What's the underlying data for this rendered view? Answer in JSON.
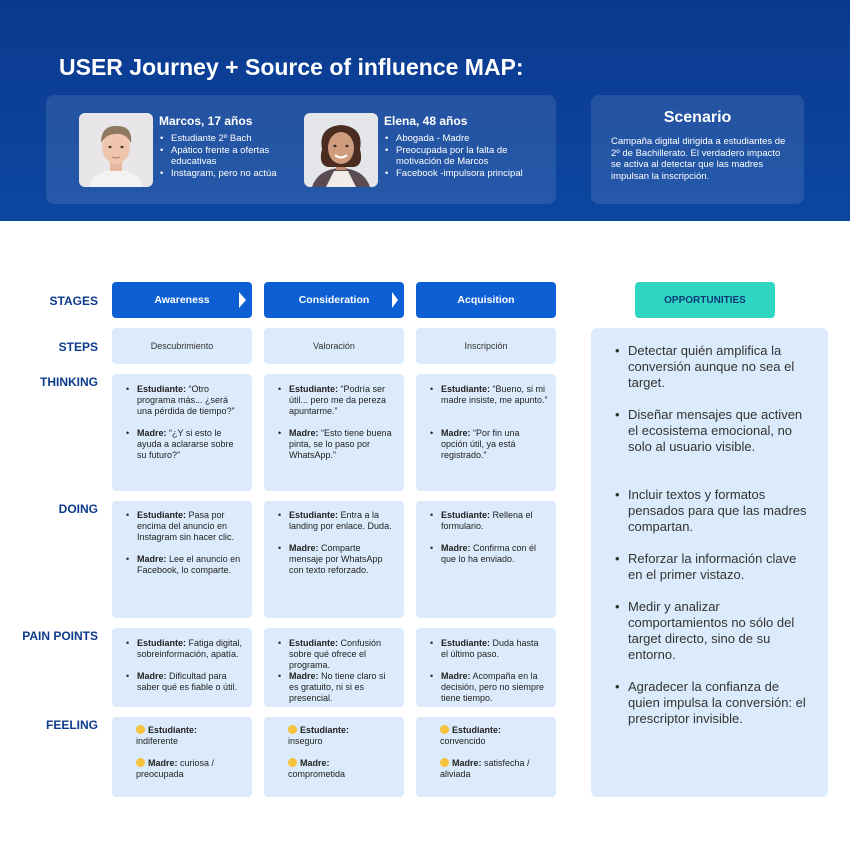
{
  "header": {
    "title": "USER Journey + Source of influence MAP:",
    "personas": [
      {
        "name": "Marcos, 17 años",
        "avatar_icon": "teen-boy-portrait",
        "bullets": [
          "Estudiante 2º Bach",
          "Apático frente a ofertas educativas",
          " Instagram, pero no actúa"
        ]
      },
      {
        "name": "Elena, 48 años",
        "avatar_icon": "woman-portrait",
        "bullets": [
          "Abogada - Madre",
          "Preocupada por la falta de motivación de Marcos",
          "Facebook -impulsora principal"
        ]
      }
    ],
    "scenario": {
      "title": "Scenario",
      "text": "Campaña digital dirigida a estudiantes de 2º de Bachillerato. El verdadero impacto se activa al detectar que las madres impulsan la inscripción."
    }
  },
  "rows": {
    "stages": "STAGES",
    "steps": "STEPS",
    "thinking": "THINKING",
    "doing": "DOING",
    "pain_points": "PAIN POINTS",
    "feeling": "FEELING"
  },
  "stages": [
    "Awareness",
    "Consideration",
    "Acquisition"
  ],
  "steps": [
    "Descubrimiento",
    "Valoración",
    "Inscripción"
  ],
  "thinking": [
    [
      {
        "who": "Estudiante:",
        "text": "“Otro programa más... ¿será una pérdida de tiempo?”"
      },
      {
        "who": "Madre:",
        "text": "“¿Y si esto le ayuda a aclararse sobre su futuro?”"
      }
    ],
    [
      {
        "who": "Estudiante:",
        "text": "“Podría ser útil... pero me da pereza apuntarme.”"
      },
      {
        "who": "Madre:",
        "text": "“Esto tiene buena pinta, se lo paso por WhatsApp.”"
      }
    ],
    [
      {
        "who": "Estudiante:",
        "text": "“Bueno, si mi madre insiste, me apunto.”"
      },
      {
        "who": "Madre:",
        "text": "“Por fin una opción útil, ya está registrado.”"
      }
    ]
  ],
  "doing": [
    [
      {
        "who": "Estudiante:",
        "text": "Pasa por encima del anuncio en Instagram sin hacer clic."
      },
      {
        "who": "Madre:",
        "text": "Lee el anuncio en Facebook, lo comparte."
      }
    ],
    [
      {
        "who": "Estudiante:",
        "text": "Entra a la landing por enlace. Duda."
      },
      {
        "who": "Madre:",
        "text": "Comparte mensaje por WhatsApp con texto reforzado."
      }
    ],
    [
      {
        "who": "Estudiante:",
        "text": "Rellena el formulario."
      },
      {
        "who": "Madre:",
        "text": "Confirma con él que lo ha enviado."
      }
    ]
  ],
  "pain_points": [
    [
      {
        "who": "Estudiante:",
        "text": "Fatiga digital, sobreinformación, apatía."
      },
      {
        "who": "Madre:",
        "text": "Dificultad para saber qué es fiable o útil."
      }
    ],
    [
      {
        "who": "Estudiante:",
        "text": "Confusión sobre qué ofrece el programa."
      },
      {
        "who": "Madre:",
        "text": "No tiene claro si es gratuito, ni si es presencial."
      }
    ],
    [
      {
        "who": "Estudiante:",
        "text": "Duda hasta el último paso."
      },
      {
        "who": "Madre:",
        "text": "Acompaña en la decisión, pero no siempre tiene tiempo."
      }
    ]
  ],
  "feeling": [
    [
      {
        "icon": "emoji-face-icon",
        "who": "Estudiante:",
        "text": "indiferente"
      },
      {
        "icon": "emoji-face-icon",
        "who": "Madre:",
        "text": "curiosa / preocupada"
      }
    ],
    [
      {
        "icon": "emoji-face-icon",
        "who": "Estudiante:",
        "text": "inseguro"
      },
      {
        "icon": "emoji-face-icon",
        "who": "Madre:",
        "text": "comprometida"
      }
    ],
    [
      {
        "icon": "emoji-face-icon",
        "who": "Estudiante:",
        "text": "convencido"
      },
      {
        "icon": "emoji-face-icon",
        "who": "Madre:",
        "text": "satisfecha / aliviada"
      }
    ]
  ],
  "opportunities": {
    "title": "OPPORTUNITIES",
    "items": [
      "Detectar quién amplifica la conversión aunque no sea el target.",
      "Diseñar mensajes que activen el ecosistema emocional, no solo al usuario visible.",
      "Incluir textos y formatos pensados para que las madres compartan.",
      "Reforzar la información clave en el primer vistazo.",
      "Medir y analizar comportamientos no sólo del target directo, sino de su entorno.",
      "Agradecer la confianza de quien impulsa la conversión: el prescriptor invisible."
    ]
  },
  "colors": {
    "header_bg": "#0d47a1",
    "stage_button": "#0d5fd4",
    "opportunities_button": "#2fd6c1",
    "cell_bg": "#dcebfb",
    "label_text": "#0d3b8c"
  }
}
